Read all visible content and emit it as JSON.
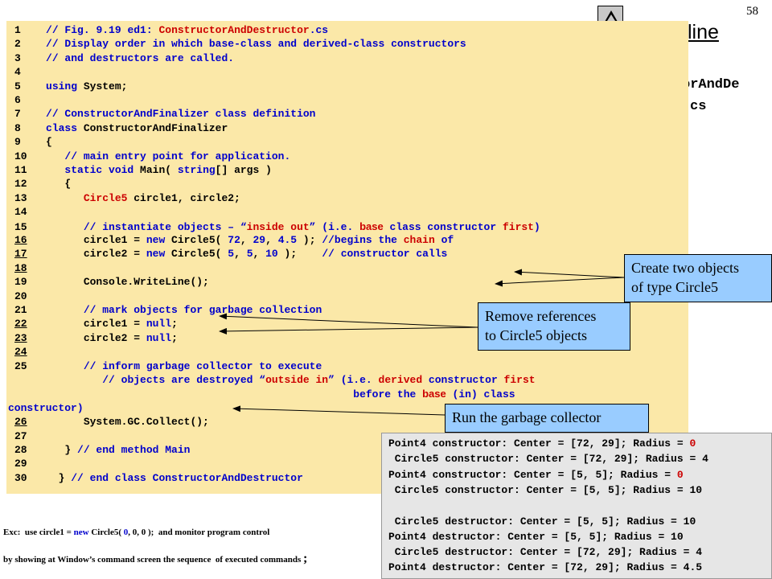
{
  "slide": {
    "number": "58",
    "outline_label": "line",
    "file_label_1": "orAndDe",
    "file_label_2": "cs"
  },
  "code": [
    {
      "n": "1",
      "segs": [
        {
          "t": "// Fig. 9.19 ed1: ",
          "c": "c"
        },
        {
          "t": "ConstructorAndDestructor",
          "c": "t"
        },
        {
          "t": ".cs",
          "c": "c"
        }
      ]
    },
    {
      "n": "2",
      "segs": [
        {
          "t": "// Display order in which base-class and derived-class constructors",
          "c": "c"
        }
      ]
    },
    {
      "n": "3",
      "segs": [
        {
          "t": "// and destructors are called.",
          "c": "c"
        }
      ]
    },
    {
      "n": "4",
      "segs": []
    },
    {
      "n": "5",
      "segs": [
        {
          "t": "using",
          "c": "k"
        },
        {
          "t": " System;",
          "c": ""
        }
      ]
    },
    {
      "n": "6",
      "segs": []
    },
    {
      "n": "7",
      "segs": [
        {
          "t": "// ConstructorAndFinalizer class definition",
          "c": "c"
        }
      ]
    },
    {
      "n": "8",
      "segs": [
        {
          "t": "class",
          "c": "k"
        },
        {
          "t": " ConstructorAndFinalizer",
          "c": ""
        }
      ]
    },
    {
      "n": "9",
      "segs": [
        {
          "t": "{",
          "c": ""
        }
      ]
    },
    {
      "n": "10",
      "segs": [
        {
          "t": "   // main entry point for application.",
          "c": "c"
        }
      ]
    },
    {
      "n": "11",
      "segs": [
        {
          "t": "   ",
          "c": ""
        },
        {
          "t": "static void",
          "c": "k"
        },
        {
          "t": " Main( ",
          "c": ""
        },
        {
          "t": "string",
          "c": "k"
        },
        {
          "t": "[] args )",
          "c": ""
        }
      ]
    },
    {
      "n": "12",
      "segs": [
        {
          "t": "   {",
          "c": ""
        }
      ]
    },
    {
      "n": "13",
      "segs": [
        {
          "t": "      ",
          "c": ""
        },
        {
          "t": "Circle5",
          "c": "t"
        },
        {
          "t": " circle1, circle2;",
          "c": ""
        }
      ]
    },
    {
      "n": "14",
      "segs": []
    },
    {
      "n": "15",
      "segs": [
        {
          "t": "      // instantiate objects – “",
          "c": "c"
        },
        {
          "t": "inside out",
          "c": "t"
        },
        {
          "t": "” (i.e. ",
          "c": "c"
        },
        {
          "t": "base",
          "c": "t",
          "s": "sans"
        },
        {
          "t": " class constructor ",
          "c": "c"
        },
        {
          "t": "first",
          "c": "t"
        },
        {
          "t": ")",
          "c": "c"
        }
      ]
    },
    {
      "n": "16",
      "u": true,
      "segs": [
        {
          "t": "      circle1 = ",
          "c": ""
        },
        {
          "t": "new",
          "c": "k"
        },
        {
          "t": " Circle5( ",
          "c": ""
        },
        {
          "t": "72",
          "c": "c"
        },
        {
          "t": ", ",
          "c": ""
        },
        {
          "t": "29",
          "c": "c"
        },
        {
          "t": ", ",
          "c": ""
        },
        {
          "t": "4.5",
          "c": "c"
        },
        {
          "t": " ); ",
          "c": ""
        },
        {
          "t": "//begins the ",
          "c": "c"
        },
        {
          "t": "chain",
          "c": "t"
        },
        {
          "t": " of",
          "c": "c"
        }
      ]
    },
    {
      "n": "17",
      "u": true,
      "segs": [
        {
          "t": "      circle2 = ",
          "c": ""
        },
        {
          "t": "new",
          "c": "k"
        },
        {
          "t": " Circle5( ",
          "c": ""
        },
        {
          "t": "5",
          "c": "c"
        },
        {
          "t": ", ",
          "c": ""
        },
        {
          "t": "5",
          "c": "c"
        },
        {
          "t": ", ",
          "c": ""
        },
        {
          "t": "10",
          "c": "c"
        },
        {
          "t": " );    ",
          "c": ""
        },
        {
          "t": "// constructor calls",
          "c": "c"
        }
      ]
    },
    {
      "n": "18",
      "u": true,
      "segs": []
    },
    {
      "n": "19",
      "segs": [
        {
          "t": "      Console.WriteLine();",
          "c": ""
        }
      ]
    },
    {
      "n": "20",
      "segs": []
    },
    {
      "n": "21",
      "segs": [
        {
          "t": "      // mark objects for garbage collection",
          "c": "c"
        }
      ]
    },
    {
      "n": "22",
      "u": true,
      "segs": [
        {
          "t": "      circle1 = ",
          "c": ""
        },
        {
          "t": "null",
          "c": "k"
        },
        {
          "t": ";",
          "c": ""
        }
      ]
    },
    {
      "n": "23",
      "u": true,
      "segs": [
        {
          "t": "      circle2 = ",
          "c": ""
        },
        {
          "t": "null",
          "c": "k"
        },
        {
          "t": ";",
          "c": ""
        }
      ]
    },
    {
      "n": "24",
      "u": true,
      "segs": []
    },
    {
      "n": "25",
      "segs": [
        {
          "t": "      // inform garbage collector to execute",
          "c": "c"
        }
      ]
    },
    {
      "n": "",
      "segs": [
        {
          "t": "         ",
          "c": ""
        },
        {
          "t": "// objects are destroyed “",
          "c": "c"
        },
        {
          "t": "outside in",
          "c": "t"
        },
        {
          "t": "” (i.e. ",
          "c": "c"
        },
        {
          "t": "derived",
          "c": "t"
        },
        {
          "t": " constructor ",
          "c": "c"
        },
        {
          "t": "first",
          "c": "t"
        }
      ]
    },
    {
      "n": "",
      "segs": [
        {
          "t": "                                                 before the ",
          "c": "c"
        },
        {
          "t": "base",
          "c": "t",
          "s": "sans"
        },
        {
          "t": " (in) class",
          "c": "c"
        }
      ]
    },
    {
      "n": "",
      "indent": "none",
      "segs": [
        {
          "t": "constructor)",
          "c": "c"
        }
      ]
    },
    {
      "n": "26",
      "u": true,
      "segs": [
        {
          "t": "      System.GC.Collect();",
          "c": ""
        }
      ]
    },
    {
      "n": "27",
      "segs": []
    },
    {
      "n": "28",
      "segs": [
        {
          "t": "   } ",
          "c": ""
        },
        {
          "t": "// end method Main",
          "c": "c"
        }
      ]
    },
    {
      "n": "29",
      "segs": []
    },
    {
      "n": "30",
      "segs": [
        {
          "t": "  } ",
          "c": ""
        },
        {
          "t": "// end class ConstructorAndDestructor",
          "c": "c"
        }
      ]
    }
  ],
  "callouts": {
    "create": "Create two objects\nof type Circle5",
    "remove": "Remove references\nto Circle5 objects",
    "gc": "Run the garbage collector"
  },
  "output": [
    [
      {
        "t": "Point4 constructor: Center = [72, 29]; Radius = ",
        "c": ""
      },
      {
        "t": "0",
        "c": "t"
      }
    ],
    [
      {
        "t": " Circle5 constructor: Center = [72, 29]; Radius = 4",
        "c": ""
      }
    ],
    [
      {
        "t": "Point4 constructor: Center = [5, 5]; Radius = ",
        "c": ""
      },
      {
        "t": "0",
        "c": "t"
      }
    ],
    [
      {
        "t": " Circle5 constructor: Center = [5, 5]; Radius = 10",
        "c": ""
      }
    ],
    [
      {
        "t": "",
        "c": ""
      }
    ],
    [
      {
        "t": " Circle5 destructor: Center = [5, 5]; Radius = 10",
        "c": ""
      }
    ],
    [
      {
        "t": "Point4 destructor: Center = [5, 5]; Radius = 10",
        "c": ""
      }
    ],
    [
      {
        "t": " Circle5 destructor: Center = [72, 29]; Radius = 4",
        "c": ""
      }
    ],
    [
      {
        "t": "Point4 destructor: Center = [72, 29]; Radius = 4.5",
        "c": ""
      }
    ]
  ],
  "notes": {
    "line1_pre": "Exc:  use circle1 = ",
    "line1_new": "new",
    "line1_mid": " Circle5( ",
    "line1_zero1": "0",
    "line1_post": ", 0, 0 );  and monitor program control",
    "line2": "by showing at Window’s command screen the sequence  of executed commands",
    "line2_end": ";"
  }
}
